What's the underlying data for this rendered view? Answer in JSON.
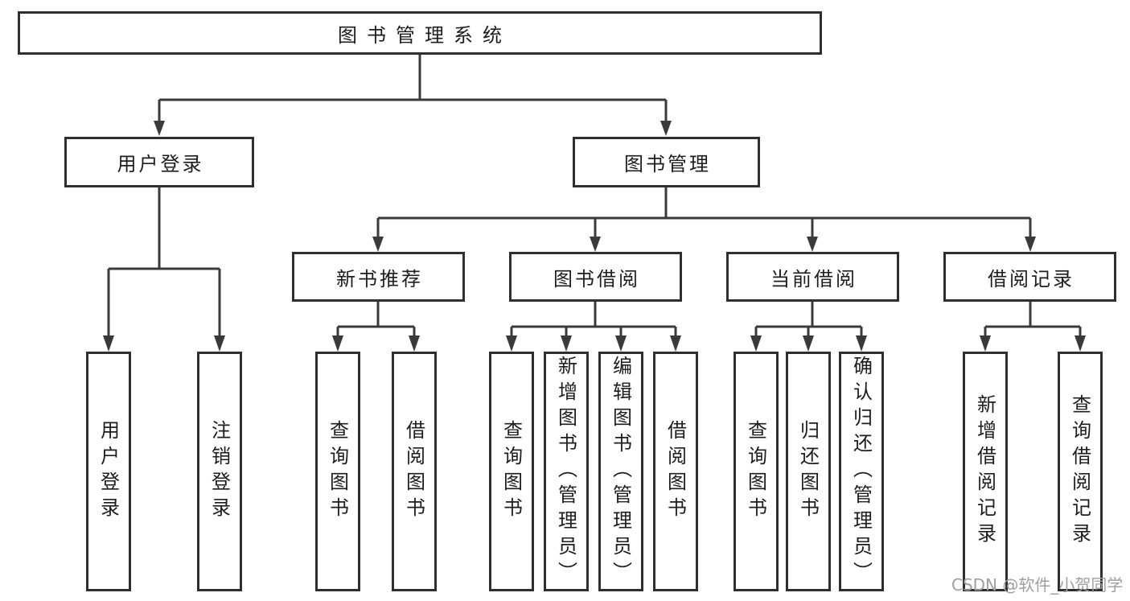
{
  "tree": {
    "root": {
      "label": "图书管理系统"
    },
    "branches": [
      {
        "label": "用户登录",
        "leaves": [
          {
            "label": "用户登录"
          },
          {
            "label": "注销登录"
          }
        ]
      },
      {
        "label": "图书管理",
        "sections": [
          {
            "label": "新书推荐",
            "leaves": [
              {
                "label": "查询图书"
              },
              {
                "label": "借阅图书"
              }
            ]
          },
          {
            "label": "图书借阅",
            "leaves": [
              {
                "label": "查询图书"
              },
              {
                "label": "新增图书（管理员）"
              },
              {
                "label": "编辑图书（管理员）"
              },
              {
                "label": "借阅图书"
              }
            ]
          },
          {
            "label": "当前借阅",
            "leaves": [
              {
                "label": "查询图书"
              },
              {
                "label": "归还图书"
              },
              {
                "label": "确认归还（管理员）"
              }
            ]
          },
          {
            "label": "借阅记录",
            "leaves": [
              {
                "label": "新增借阅记录"
              },
              {
                "label": "查询借阅记录"
              }
            ]
          }
        ]
      }
    ]
  },
  "watermark": {
    "text": "CSDN @软件_小贺同学"
  },
  "colors": {
    "line": "#3a3a3a",
    "border": "#2f2f2f",
    "text": "#1d1d1d",
    "watermark": "#9f9f9f"
  }
}
